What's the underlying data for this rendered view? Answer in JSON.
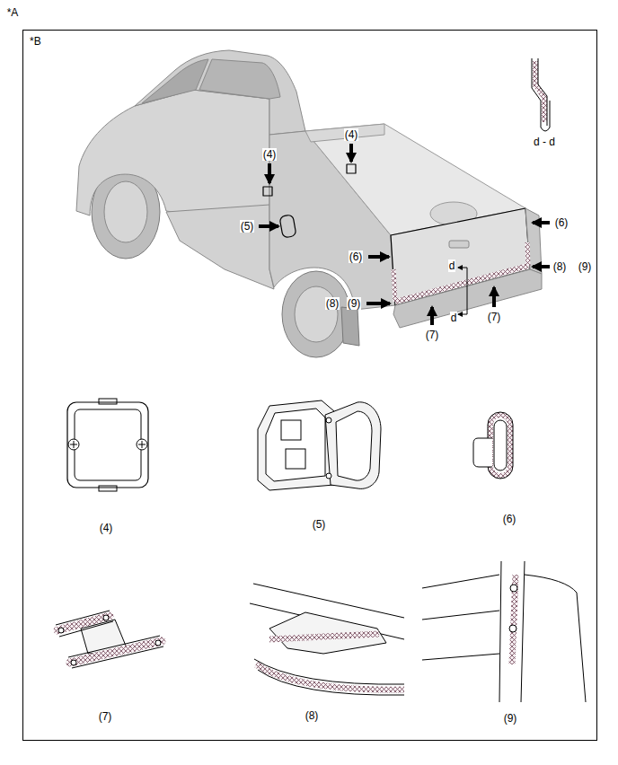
{
  "diagram": {
    "nodes": [
      {
        "text": [
          "*B"
        ]
      }
    ],
    "labels": [
      "*A",
      "(4)",
      "(4)",
      "d - d",
      "(5)",
      "(6)",
      "(6)",
      "d",
      "(8)",
      "(9)",
      "(8)",
      "(9)",
      "d",
      "(7)",
      "(7)",
      "(4)",
      "(5)",
      "(6)",
      "(7)",
      "(8)",
      "(9)"
    ]
  }
}
